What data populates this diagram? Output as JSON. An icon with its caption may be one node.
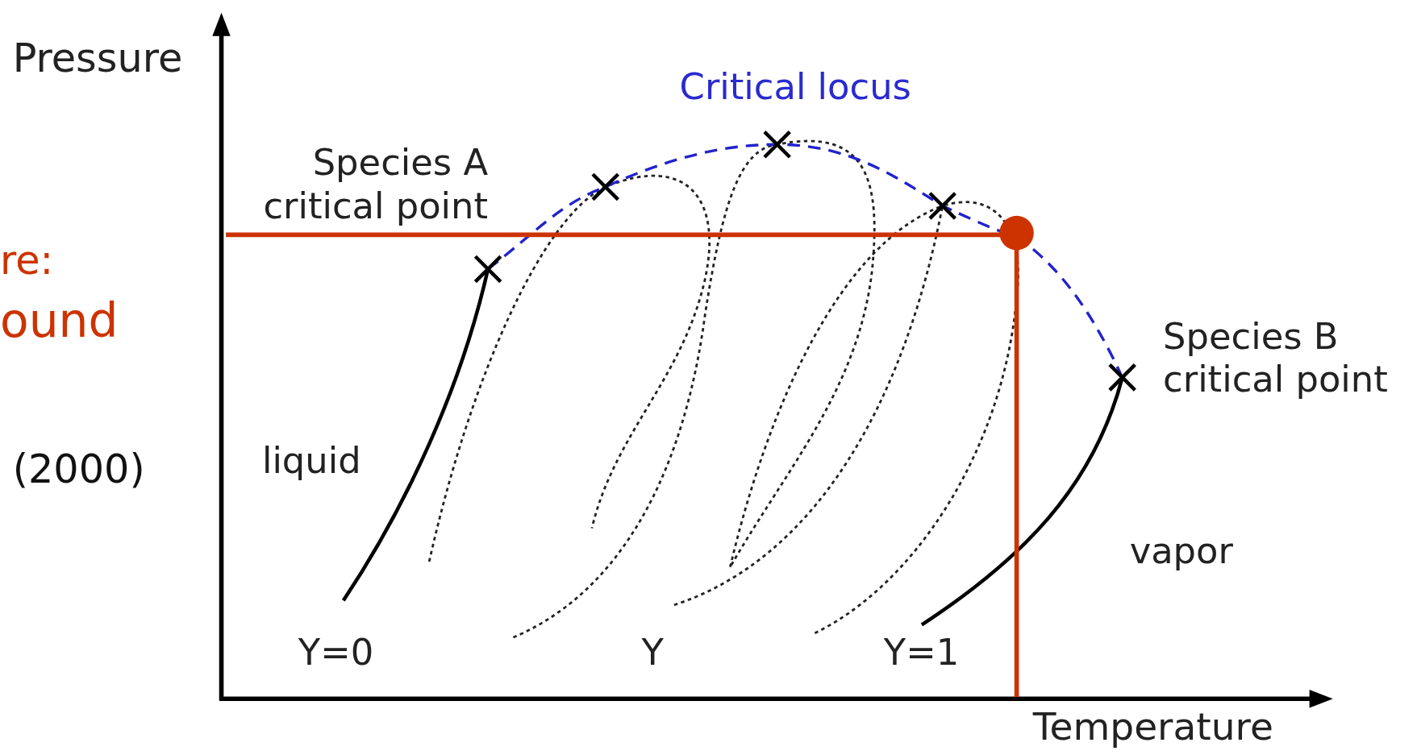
{
  "diagram": {
    "labels": [
      "Pressure",
      "Critical locus",
      "Species A critical point",
      "re:",
      "ound",
      "Species B critical point",
      "(2000)",
      "liquid",
      "vapor",
      "Y=0",
      "Y",
      "Y=1",
      "Temperature"
    ]
  }
}
